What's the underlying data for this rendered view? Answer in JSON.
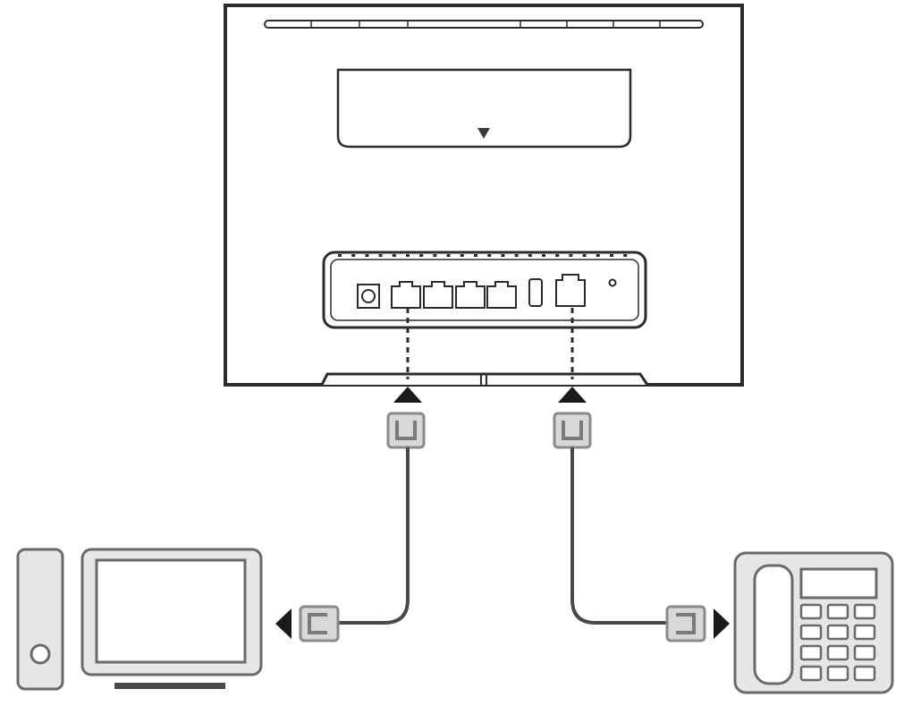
{
  "diagram": {
    "type": "router-connection-illustration",
    "colors": {
      "outline": "#2b2b2b",
      "cable": "#4a4a4a",
      "plug_stroke": "#7a7a7a",
      "plug_fill": "#d8d8d8",
      "device_fill": "#e6e6e6",
      "arrow": "#1a1a1a",
      "background": "#ffffff"
    },
    "router": {
      "ports": [
        "power-port",
        "lan-port-1",
        "lan-port-2",
        "lan-port-3",
        "lan-port-4",
        "usb-port",
        "telephone-port",
        "reset-hole"
      ],
      "sim_arrow_icon": "triangle-down-icon"
    },
    "connections": [
      {
        "from": "lan-port-1",
        "to": "computer",
        "plug_icon": "ethernet-plug-icon",
        "arrow_icon": "triangle-up-icon"
      },
      {
        "from": "telephone-port",
        "to": "telephone",
        "plug_icon": "phone-plug-icon",
        "arrow_icon": "triangle-up-icon"
      }
    ],
    "devices": [
      "computer-tower",
      "computer-monitor",
      "telephone-handset",
      "telephone-keypad"
    ]
  }
}
